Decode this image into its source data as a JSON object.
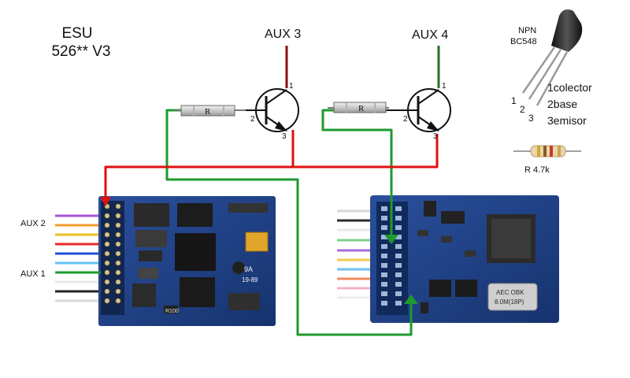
{
  "decoder": {
    "brand": "ESU",
    "model": "526** V3"
  },
  "aux_labels": {
    "aux3": "AUX 3",
    "aux4": "AUX 4",
    "aux2": "AUX 2",
    "aux1": "AUX 1"
  },
  "transistor": {
    "type": "NPN",
    "model": "BC548",
    "pins": [
      {
        "number": "1",
        "name": "1colector"
      },
      {
        "number": "2",
        "name": "2base"
      },
      {
        "number": "3",
        "name": "3emisor"
      }
    ],
    "pin_marks": {
      "collector": "1",
      "base": "2",
      "emitter": "3"
    }
  },
  "resistor": {
    "symbol": "R",
    "caption": "R 4.7k"
  },
  "decoder_chips": {
    "chip_9a": "9A",
    "chip_code": "19-89",
    "resistor_code": "R100",
    "crystal_l1": "AEC OBK",
    "crystal_l2": "8.0M(18P)"
  },
  "colors": {
    "wire_red": "#e01010",
    "wire_green": "#1e9a2e",
    "collector_lead": "#8b0f0f",
    "collector_lead_aux4": "#2b6d2b",
    "pcb_blue": "#1f3f86"
  }
}
